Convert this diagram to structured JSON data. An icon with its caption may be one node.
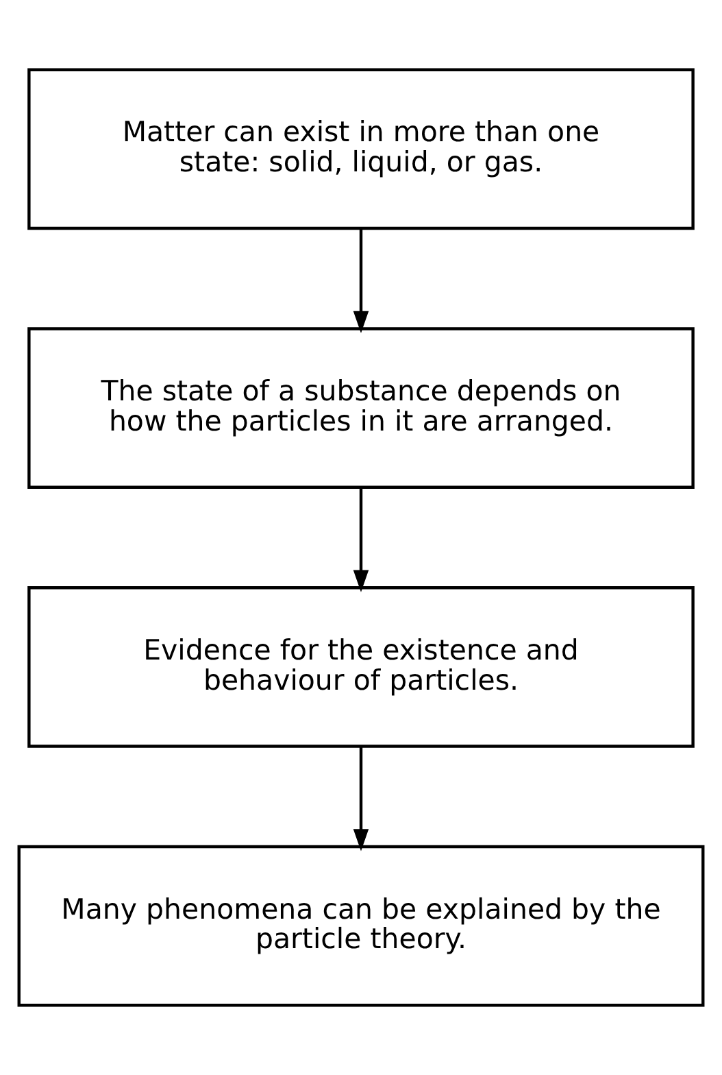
{
  "diagram": {
    "nodes": [
      {
        "text": [
          "Matter can exist in more than one state: solid, liquid, or gas."
        ]
      },
      {
        "text": [
          "The state of a substance depends on how the particles in it are arranged."
        ]
      },
      {
        "text": [
          "Evidence for the existence and behaviour of particles."
        ]
      },
      {
        "text": [
          "Many phenomena can be explained by the particle theory."
        ]
      }
    ],
    "edges": [
      {
        "from": 0,
        "to": 1,
        "arrow": "to"
      },
      {
        "from": 1,
        "to": 2,
        "arrow": "to"
      },
      {
        "from": 2,
        "to": 3,
        "arrow": "to"
      }
    ]
  }
}
